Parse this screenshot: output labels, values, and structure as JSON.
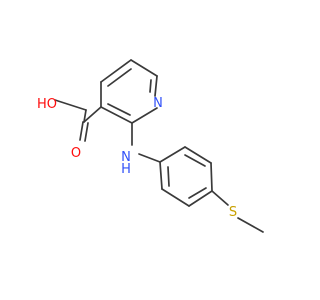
{
  "atoms": {
    "nitrogen_ring": "N",
    "nitrogen_amine": "N",
    "amine_h": "H",
    "hydroxyl": "HO",
    "carbonyl_o": "O",
    "sulfur": "S"
  },
  "colors": {
    "bond": "#3a3a3a",
    "nitrogen": "#3050f8",
    "oxygen": "#ff0d0d",
    "sulfur": "#c8a000"
  }
}
